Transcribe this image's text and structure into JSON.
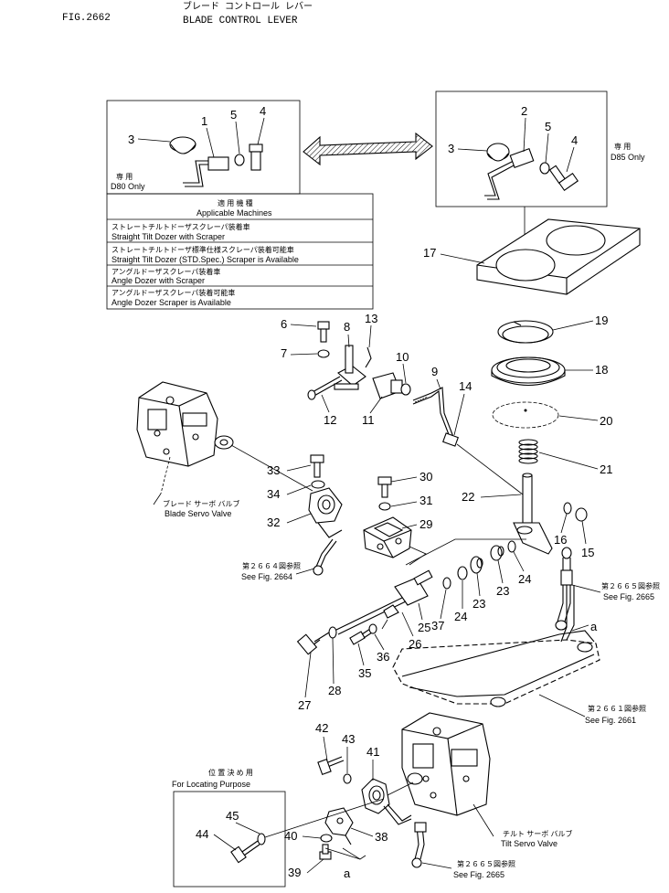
{
  "header": {
    "fig_no": "FIG.2662",
    "title_jp": "ブレード コントロール レバー",
    "title_en": "BLADE CONTROL LEVER"
  },
  "insets": {
    "d80_jp": "専 用",
    "d80_en": "D80 Only",
    "d85_jp": "専 用",
    "d85_en": "D85 Only"
  },
  "applicable_table": {
    "title_jp": "適 用 機 種",
    "title_en": "Applicable Machines",
    "rows": [
      {
        "jp": "ストレートチルトドーザスクレーパ装着車",
        "en": "Straight Tilt Dozer with Scraper"
      },
      {
        "jp": "ストレートチルトドーザ標準仕様スクレーパ装着可能車",
        "en": "Straight Tilt Dozer (STD.Spec.) Scraper is Available"
      },
      {
        "jp": "アングルドーザスクレーパ装着車",
        "en": "Angle Dozer with Scraper"
      },
      {
        "jp": "アングルドーザスクレーパ装着可能車",
        "en": "Angle Dozer Scraper is Available"
      }
    ]
  },
  "labels": {
    "blade_servo_jp": "ブレード サーボ バルブ",
    "blade_servo_en": "Blade Servo Valve",
    "tilt_servo_jp": "チルト サーボ バルブ",
    "tilt_servo_en": "Tilt Servo Valve",
    "ref_2664_jp": "第２６６４図参照",
    "ref_2664_en": "See Fig. 2664",
    "ref_2665_jp": "第２６６５図参照",
    "ref_2665_en": "See Fig. 2665",
    "ref_2661_jp": "第２６６１図参照",
    "ref_2661_en": "See Fig. 2661",
    "ref_2665b_jp": "第２６６５図参照",
    "ref_2665b_en": "See Fig. 2665",
    "locating_jp": "位 置 決 め 用",
    "locating_en": "For Locating Purpose",
    "joint_a": "a"
  },
  "callouts": {
    "c1": "1",
    "c2": "2",
    "c3a": "3",
    "c3b": "3",
    "c4a": "4",
    "c4b": "4",
    "c5a": "5",
    "c5b": "5",
    "c6": "6",
    "c7": "7",
    "c8": "8",
    "c9": "9",
    "c10": "10",
    "c11": "11",
    "c12": "12",
    "c13": "13",
    "c14": "14",
    "c15": "15",
    "c16": "16",
    "c17": "17",
    "c18": "18",
    "c19": "19",
    "c20": "20",
    "c21": "21",
    "c22": "22",
    "c23a": "23",
    "c23b": "23",
    "c24a": "24",
    "c24b": "24",
    "c25": "25",
    "c26": "26",
    "c27": "27",
    "c28": "28",
    "c29": "29",
    "c30": "30",
    "c31": "31",
    "c32": "32",
    "c33": "33",
    "c34": "34",
    "c35": "35",
    "c36": "36",
    "c37": "37",
    "c38": "38",
    "c39": "39",
    "c40": "40",
    "c41": "41",
    "c42": "42",
    "c43": "43",
    "c44": "44",
    "c45": "45"
  }
}
